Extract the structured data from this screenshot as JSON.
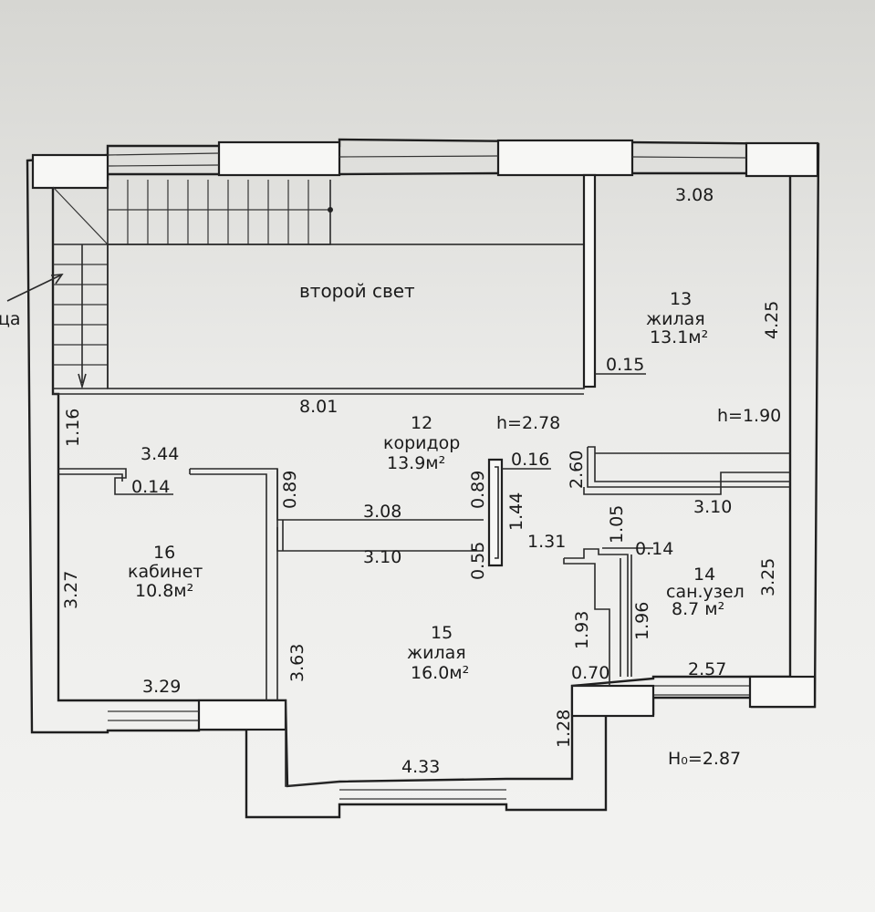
{
  "labels": {
    "second_light": "второй свет",
    "stair_fragment": "ца",
    "room12": {
      "number": "12",
      "name": "коридор",
      "area": "13.9м²"
    },
    "room13": {
      "number": "13",
      "name": "жилая",
      "area": "13.1м²"
    },
    "room14": {
      "number": "14",
      "name": "сан.узел",
      "area": "8.7 м²"
    },
    "room15": {
      "number": "15",
      "name": "жилая",
      "area": "16.0м²"
    },
    "room16": {
      "number": "16",
      "name": "кабинет",
      "area": "10.8м²"
    },
    "height_corridor": "h=2.78",
    "height_right": "h=1.90",
    "floor_height": "H₀=2.87"
  },
  "dimensions": {
    "d_308_top": "3.08",
    "d_425": "4.25",
    "d_015": "0.15",
    "d_801": "8.01",
    "d_116": "1.16",
    "d_344": "3.44",
    "d_014_left": "0.14",
    "d_089_a": "0.89",
    "d_089_b": "0.89",
    "d_016": "0.16",
    "d_260": "2.60",
    "d_308_mid": "3.08",
    "d_144": "1.44",
    "d_310_right": "3.10",
    "d_105": "1.05",
    "d_310_mid": "3.10",
    "d_055": "0.55",
    "d_131": "1.31",
    "d_014_right": "0.14",
    "d_327": "3.27",
    "d_325": "3.25",
    "d_193": "1.93",
    "d_196": "1.96",
    "d_363": "3.63",
    "d_070": "0.70",
    "d_257": "2.57",
    "d_329": "3.29",
    "d_128": "1.28",
    "d_433": "4.33"
  }
}
